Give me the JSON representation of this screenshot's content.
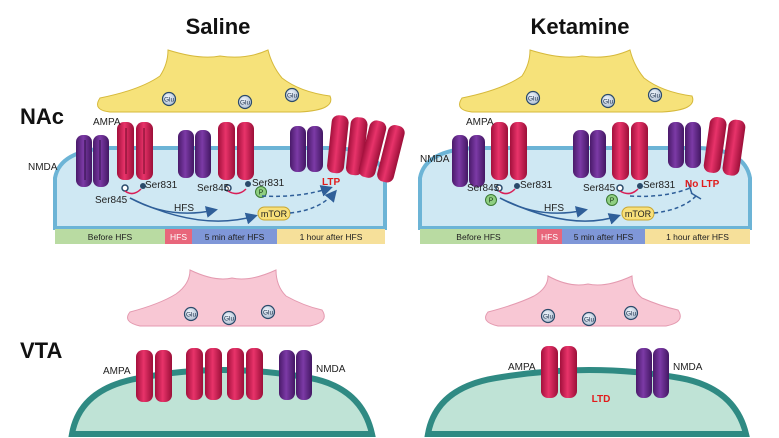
{
  "titles": {
    "left": "Saline",
    "right": "Ketamine"
  },
  "regions": {
    "top": "NAc",
    "bottom": "VTA"
  },
  "receptors": {
    "ampa": "AMPA",
    "nmda": "NMDA"
  },
  "glutamate": "Glu",
  "sites": {
    "s845": "Ser845",
    "s831": "Ser831",
    "phospho": "P"
  },
  "pathway": {
    "hfs": "HFS",
    "mtor": "mTOR"
  },
  "outcomes": {
    "ltp": "LTP",
    "no_ltp": "No LTP",
    "ltd": "LTD"
  },
  "timeline": {
    "before": "Before HFS",
    "hfs": "HFS",
    "five_min": "5 min after HFS",
    "one_hour": "1 hour after HFS"
  },
  "colors": {
    "presynaptic_nac": "#f6e27a",
    "presynaptic_vta": "#f8c7d4",
    "postsynaptic_nac": "#cfe8f3",
    "postsynaptic_vta": "#bfe3d6",
    "ampa": "#d81f57",
    "nmda": "#6a2c91",
    "bar_before": "#b9dba2",
    "bar_hfs": "#e8667b",
    "bar_5min": "#7f97d8",
    "bar_1hour": "#f6e09a",
    "outcome_red": "#e11b1b"
  }
}
